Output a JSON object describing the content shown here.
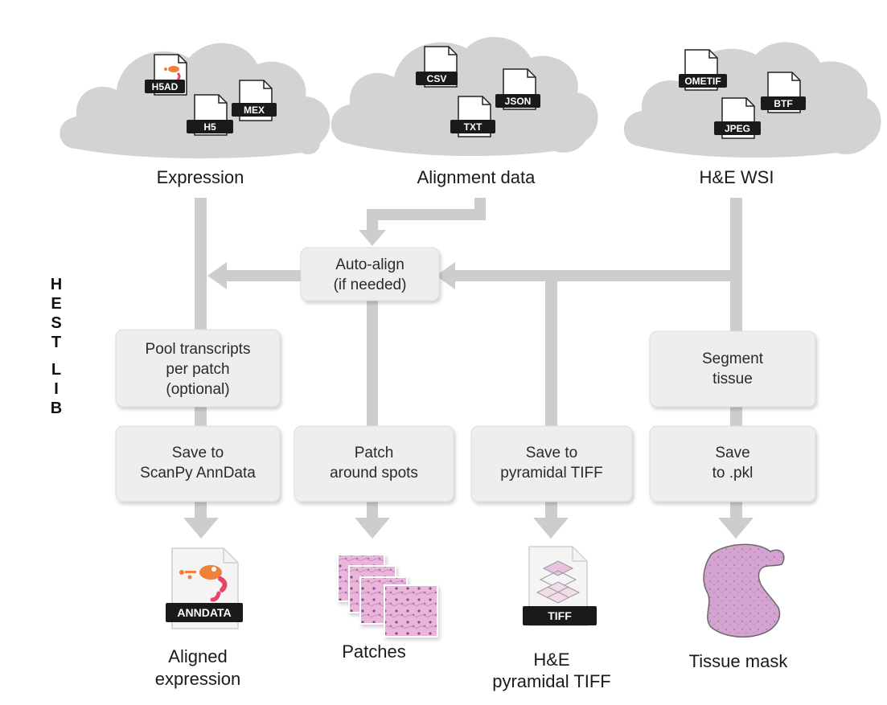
{
  "sources": [
    {
      "label": "Expression",
      "files": [
        "H5AD",
        "H5",
        "MEX"
      ]
    },
    {
      "label": "Alignment data",
      "files": [
        "CSV",
        "TXT",
        "JSON"
      ]
    },
    {
      "label": "H&E WSI",
      "files": [
        "OMETIF",
        "JPEG",
        "BTF"
      ]
    }
  ],
  "side_label": [
    "H",
    "E",
    "S",
    "T",
    "L",
    "I",
    "B"
  ],
  "steps": {
    "auto_align": [
      "Auto-align",
      "(if needed)"
    ],
    "pool": [
      "Pool transcripts",
      "per patch",
      "(optional)"
    ],
    "segment": [
      "Segment",
      "tissue"
    ],
    "save_anndata": [
      "Save to",
      "ScanPy AnnData"
    ],
    "patch": [
      "Patch",
      "around spots"
    ],
    "save_tiff": [
      "Save to",
      "pyramidal TIFF"
    ],
    "save_pkl": [
      "Save",
      "to .pkl"
    ]
  },
  "outputs": [
    {
      "tag": "ANNDATA",
      "label": [
        "Aligned",
        "expression"
      ]
    },
    {
      "tag": "",
      "label": [
        "Patches"
      ]
    },
    {
      "tag": "TIFF",
      "label": [
        "H&E",
        "pyramidal TIFF"
      ]
    },
    {
      "tag": "",
      "label": [
        "Tissue mask"
      ]
    }
  ],
  "colors": {
    "cloud": "#d3d3d3",
    "box": "#eeeeee",
    "box_border": "#dddddd",
    "connector": "#cdcdcd",
    "tag": "#1a1a1a",
    "tissue": "#d4a3cf",
    "anndata_orange": "#f0813a",
    "anndata_pink": "#e8456b"
  }
}
